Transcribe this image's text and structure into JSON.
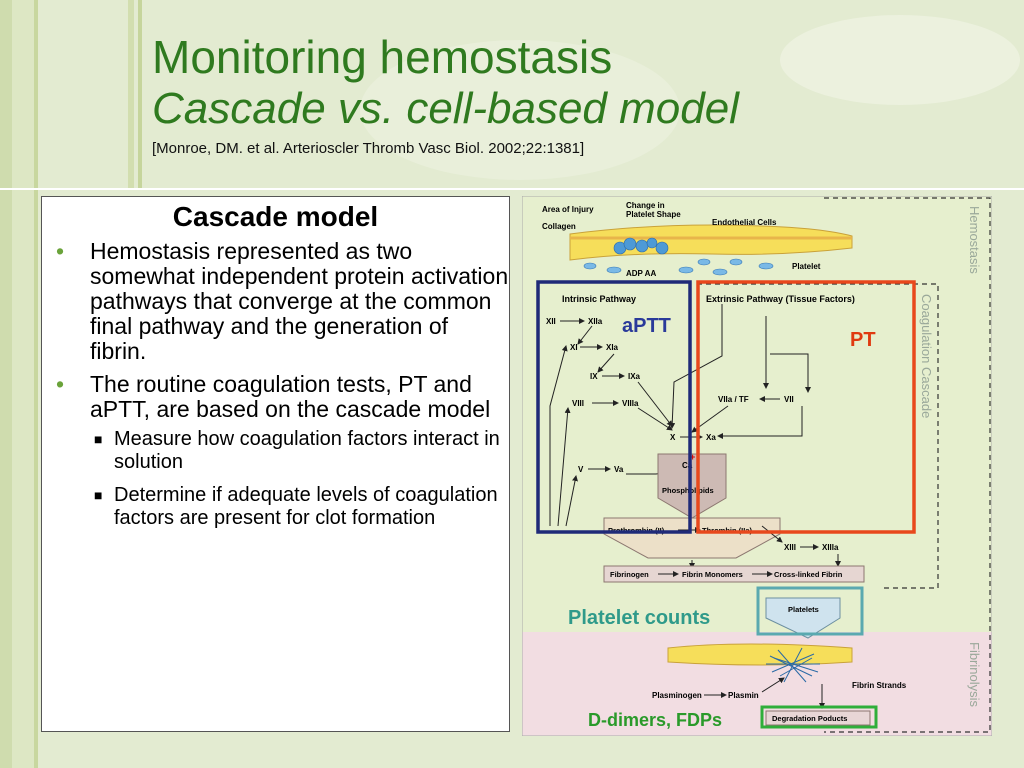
{
  "slide": {
    "title": "Monitoring hemostasis",
    "subtitle": "Cascade vs. cell-based model",
    "citation": "[Monroe, DM. et al. Arterioscler Thromb Vasc Biol. 2002;22:1381]"
  },
  "left_panel": {
    "heading": "Cascade model",
    "bullets": [
      {
        "text": "Hemostasis represented as two somewhat independent protein activation pathways that converge at the common final pathway and the generation of fibrin.",
        "subbullets": []
      },
      {
        "text": "The routine coagulation tests, PT and aPTT, are based on the cascade model",
        "subbullets": [
          "Measure how coagulation factors interact in solution",
          "Determine if adequate levels of coagulation factors are present for clot formation"
        ]
      }
    ]
  },
  "diagram": {
    "labels": {
      "area_of_injury": "Area of Injury",
      "collagen": "Collagen",
      "change_shape": "Change in",
      "change_shape2": "Platelet Shape",
      "endothelial": "Endothelial Cells",
      "adp_aa": "ADP   AA",
      "platelet": "Platelet",
      "intrinsic": "Intrinsic Pathway",
      "extrinsic": "Extrinsic Pathway (Tissue Factors)",
      "xii": "XII",
      "xiia": "XIIa",
      "xi": "XI",
      "xia": "XIa",
      "ix": "IX",
      "ixa": "IXa",
      "viii": "VIII",
      "viiia": "VIIIa",
      "viia_tf": "VIIa / TF",
      "vii": "VII",
      "x": "X",
      "xa": "Xa",
      "v": "V",
      "va": "Va",
      "ca": "Ca",
      "plus": "+",
      "phospholipids": "Phospholipids",
      "prothrombin": "Prothrombin (II)",
      "thrombin": "Thrombin (IIa)",
      "xiii": "XIII",
      "xiiia": "XIIIa",
      "fibrinogen": "Fibrinogen",
      "fibrin_monomers": "Fibrin Monomers",
      "crosslinked": "Cross-linked Fibrin",
      "platelets": "Platelets",
      "plasminogen": "Plasminogen",
      "plasmin": "Plasmin",
      "fibrin_strands": "Fibrin Strands",
      "degradation": "Degradation Poducts"
    },
    "annotations": {
      "aptt": "aPTT",
      "pt": "PT",
      "platelet_counts": "Platelet counts",
      "ddimers": "D-dimers, FDPs"
    },
    "side_labels": {
      "hemostasis": "Hemostasis",
      "coagulation_cascade": "Coagulation Cascade",
      "fibrinolysis": "Fibrinolysis"
    }
  },
  "colors": {
    "title": "#2f7a1f",
    "aptt_box": "#1f2a78",
    "pt_box": "#e8481c",
    "platelet_box": "#5aa9b0",
    "ddimer_box": "#2fae3a",
    "annotation_aptt": "#2a3a9a",
    "annotation_pt": "#e03a10",
    "annotation_green": "#2f9a8a",
    "annotation_ddimer": "#2a9a2a"
  }
}
